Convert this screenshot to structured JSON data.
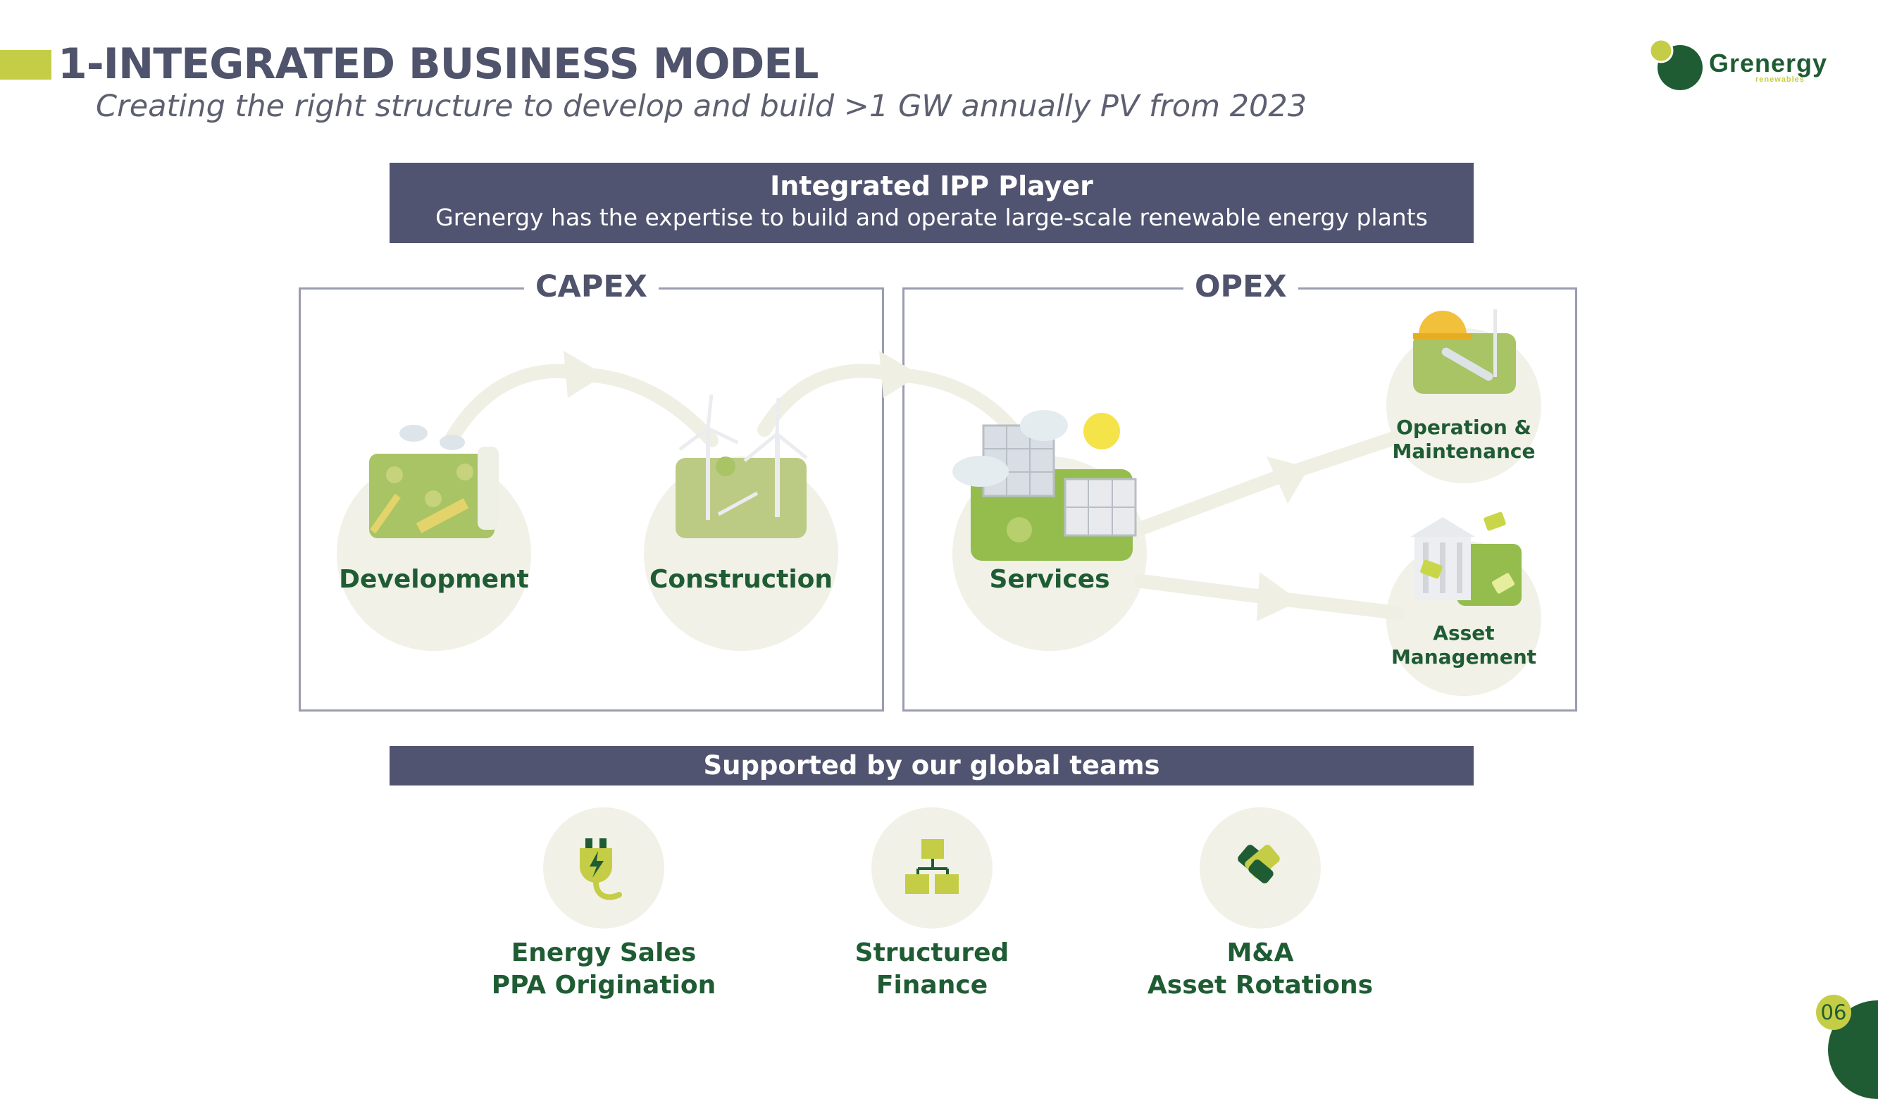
{
  "header": {
    "title": "1-INTEGRATED BUSINESS MODEL",
    "subtitle": "Creating the right structure to develop and build >1 GW annually PV from 2023"
  },
  "logo": {
    "name": "Grenergy",
    "tagline": "renewables"
  },
  "top_banner": {
    "heading": "Integrated IPP Player",
    "text": "Grenergy has the expertise to build and operate large-scale renewable energy plants"
  },
  "capex": {
    "title": "CAPEX",
    "nodes": [
      {
        "label": "Development",
        "icon": "development-map-icon"
      },
      {
        "label": "Construction",
        "icon": "wind-turbine-icon"
      }
    ]
  },
  "opex": {
    "title": "OPEX",
    "services": {
      "label": "Services",
      "icon": "solar-panel-icon"
    },
    "om": {
      "label_line1": "Operation &",
      "label_line2": "Maintenance",
      "icon": "maintenance-helmet-icon"
    },
    "am": {
      "label_line1": "Asset",
      "label_line2": "Management",
      "icon": "bank-money-icon"
    }
  },
  "bottom_banner": {
    "text": "Supported by our global teams"
  },
  "teams": [
    {
      "line1": "Energy Sales",
      "line2": "PPA Origination",
      "icon": "energy-plug-icon"
    },
    {
      "line1": "Structured",
      "line2": "Finance",
      "icon": "org-structure-icon"
    },
    {
      "line1": "M&A",
      "line2": "Asset Rotations",
      "icon": "handshake-icon"
    }
  ],
  "page_number": "06",
  "colors": {
    "accent_lime": "#c4cd45",
    "brand_green": "#1f5c33",
    "banner_slate": "#515470",
    "title_slate": "#4f536b"
  }
}
